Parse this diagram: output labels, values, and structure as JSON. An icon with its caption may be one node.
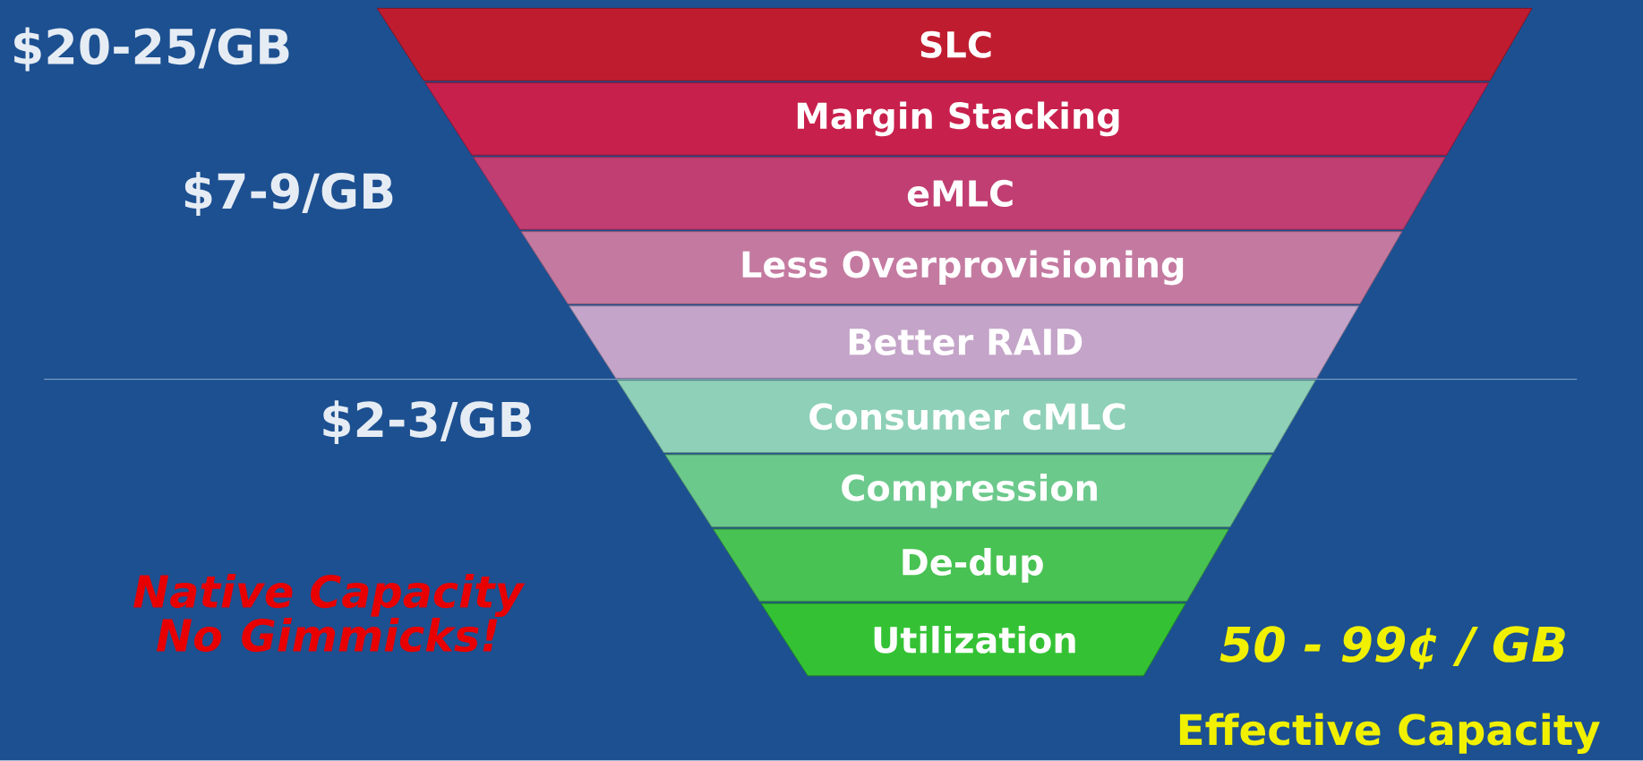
{
  "diagram": {
    "nodes": [
      {
        "text": [
          "SLC"
        ]
      },
      {
        "text": [
          "Margin Stacking"
        ]
      },
      {
        "text": [
          "eMLC"
        ]
      },
      {
        "text": [
          "Less Overprovisioning"
        ]
      },
      {
        "text": [
          "Better RAID"
        ]
      },
      {
        "text": [
          "Consumer cMLC"
        ]
      },
      {
        "text": [
          "Compression"
        ]
      },
      {
        "text": [
          "De-dup"
        ]
      },
      {
        "text": [
          "Utilization"
        ]
      }
    ],
    "labels": [
      "$20-25/GB",
      "$7-9/GB",
      "$2-3/GB",
      "Native Capacity No Gimmicks!",
      "50 - 99¢ / GB",
      "Effective Capacity"
    ]
  }
}
